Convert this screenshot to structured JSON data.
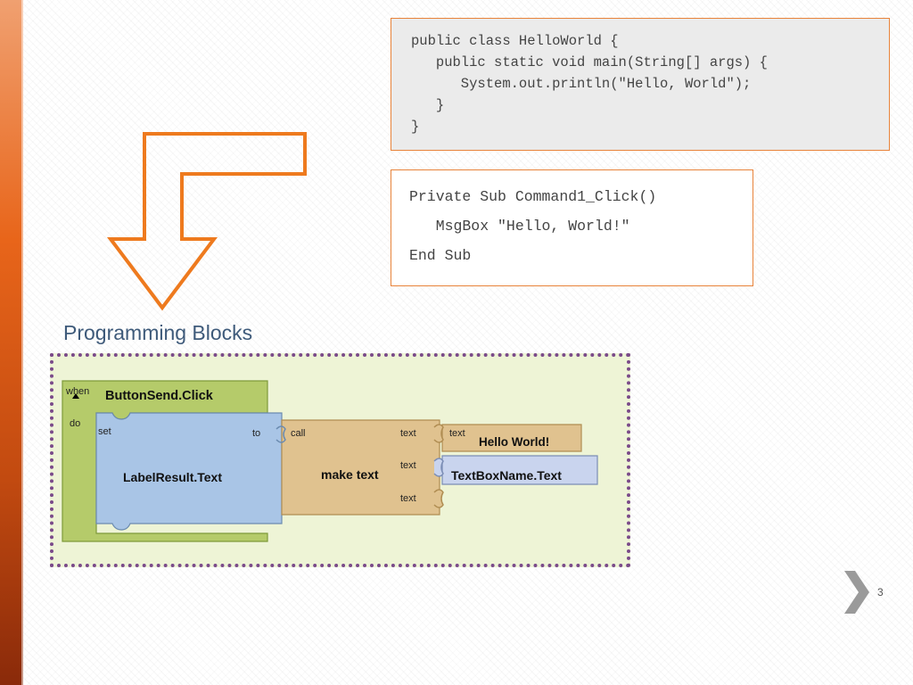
{
  "java_code": {
    "lines": [
      "public class HelloWorld {",
      "   public static void main(String[] args) {",
      "      System.out.println(\"Hello, World\");",
      "   }",
      "}"
    ]
  },
  "vb_code": {
    "lines": [
      "Private Sub Command1_Click()",
      "   MsgBox \"Hello, World!\"",
      "End Sub"
    ]
  },
  "section_title": "Programming Blocks",
  "blocks": {
    "when_label": "when",
    "event": "ButtonSend.Click",
    "do_label": "do",
    "set_label": "set",
    "set_target": "LabelResult.Text",
    "to_label": "to",
    "call_label": "call",
    "make_text": "make text",
    "text_label": "text",
    "string_value": "Hello World!",
    "textbox_value": "TextBoxName.Text"
  },
  "page_number": "3",
  "colors": {
    "accent": "#e8833a",
    "dotted_border": "#7a4a8a",
    "event_block": "#b5cb6a",
    "set_block": "#a9c5e6",
    "call_block": "#e0c28f",
    "textbox_block": "#c9d4ee"
  },
  "icons": {
    "arrow": "orange-outline-arrow-icon",
    "collapse": "triangle-up-icon",
    "next": "chevron-right-icon"
  }
}
